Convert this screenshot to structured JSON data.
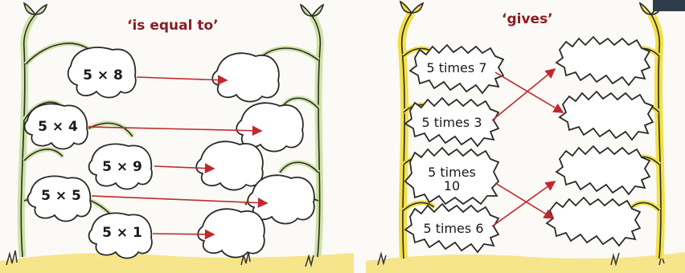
{
  "left_panel": {
    "title": "‘is equal to’",
    "expressions": [
      "5 × 8",
      "5 × 4",
      "5 × 9",
      "5 × 5",
      "5 × 1"
    ]
  },
  "right_panel": {
    "title": "‘gives’",
    "expressions": [
      "5 times 7",
      "5 times 3",
      "5 times 10",
      "5 times 6"
    ]
  },
  "colors": {
    "title_red": "#8b1c22",
    "arrow_red": "#c0282e",
    "left_stem": "#cfe3a6",
    "right_stem": "#f2e04a",
    "ground": "#f6e58a"
  }
}
